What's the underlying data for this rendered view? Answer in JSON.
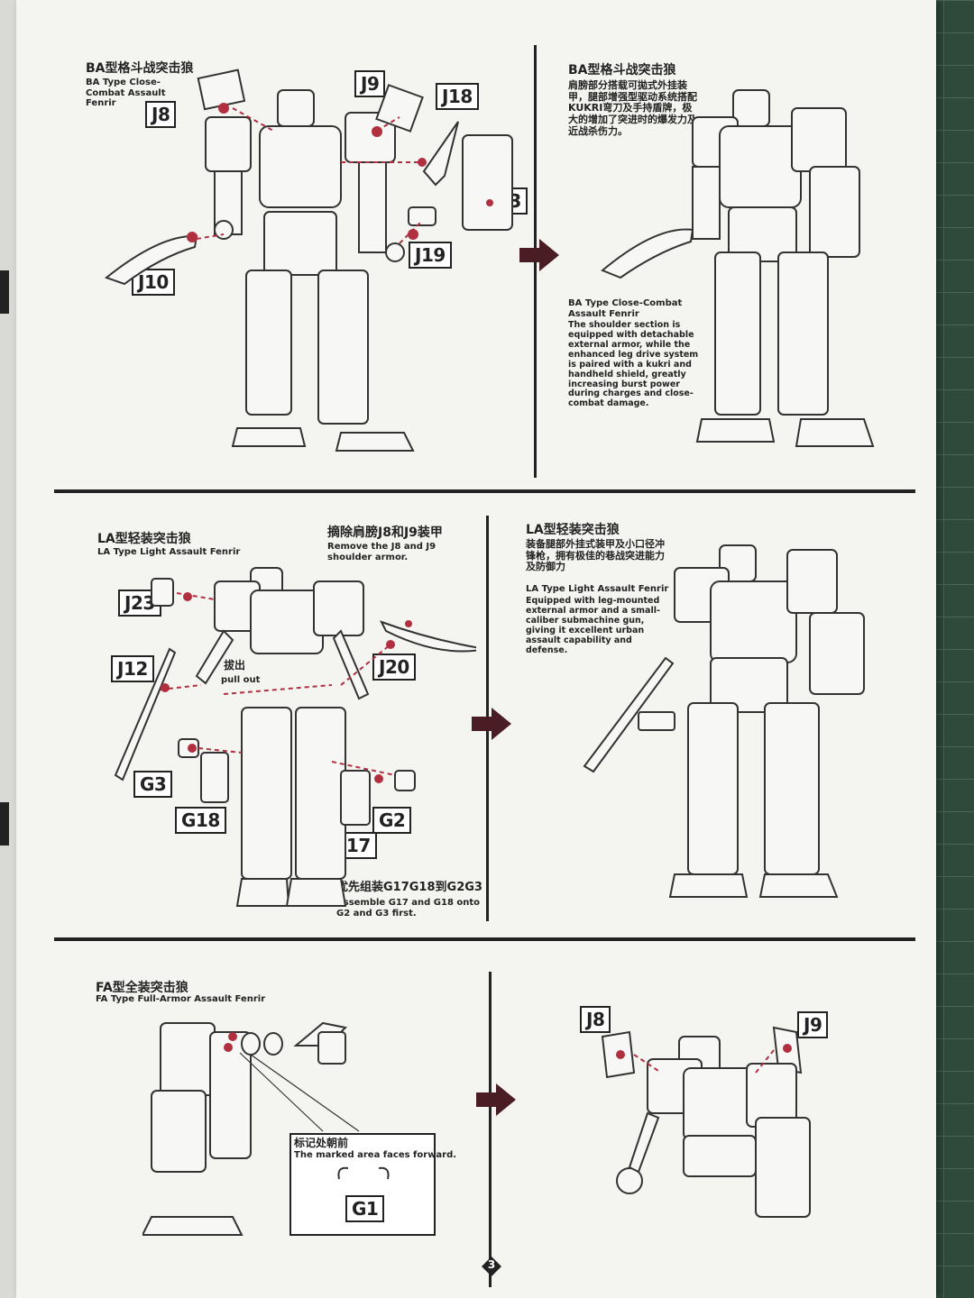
{
  "page_number": "3",
  "section_ba": {
    "title_cn": "BA型格斗战突击狼",
    "title_en": "BA Type Close-Combat Assault Fenrir",
    "parts": [
      "J8",
      "J9",
      "J18",
      "J13",
      "J19",
      "J10"
    ],
    "result_title_cn": "BA型格斗战突击狼",
    "result_desc_cn": "肩膀部分搭载可拋式外挂装甲，腿部增强型驱动系统搭配KUKRI弯刀及手持盾牌，极大的增加了突进时的爆发力及近战杀伤力。",
    "result_title_en": "BA Type Close-Combat Assault Fenrir",
    "result_desc_en": "The shoulder section is equipped with detachable external armor, while the enhanced leg drive system is paired with a kukri and handheld shield, greatly increasing burst power during charges and close-combat damage."
  },
  "section_la": {
    "title_cn": "LA型轻装突击狼",
    "title_en": "LA Type Light Assault Fenrir",
    "note1_cn": "摘除肩膀J8和J9装甲",
    "note1_en": "Remove the J8 and J9 shoulder armor.",
    "pull_cn": "拔出",
    "pull_en": "pull out",
    "note2_cn": "优先组装G17G18到G2G3",
    "note2_en": "Assemble G17 and G18 onto G2 and G3 first.",
    "parts": [
      "J23",
      "J12",
      "J20",
      "G3",
      "G18",
      "G2",
      "G17"
    ],
    "result_title_cn": "LA型轻装突击狼",
    "result_desc_cn": "装备腿部外挂式装甲及小口径冲锋枪，拥有极佳的巷战突进能力及防御力",
    "result_title_en": "LA Type Light Assault Fenrir",
    "result_desc_en": "Equipped with leg-mounted external armor and a small-caliber submachine gun, giving it excellent urban assault capability and defense."
  },
  "section_fa": {
    "title_cn": "FA型全装突击狼",
    "title_en": "FA Type Full-Armor Assault Fenrir",
    "mark_cn": "标记处朝前",
    "mark_en": "The marked area faces forward.",
    "parts": [
      "G1",
      "J8",
      "J9"
    ]
  },
  "colors": {
    "ink": "#222222",
    "accent": "#b03040",
    "paper": "#f4f4f1"
  }
}
